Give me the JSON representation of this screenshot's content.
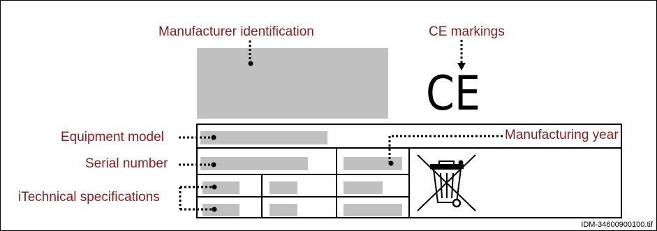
{
  "labels": {
    "manufacturer_identification": "Manufacturer identification",
    "ce_markings": "CE markings",
    "equipment_model": "Equipment model",
    "serial_number": "Serial number",
    "technical_specifications": "iTechnical specifications",
    "manufacturing_year": "Manufacturing year"
  },
  "ce_mark": "CE",
  "icons": {
    "weee": "crossed-out-wheelie-bin-icon"
  },
  "colors": {
    "label_text": "#8b1a1a",
    "placeholder_fill": "#c0c0c0",
    "lines": "#000000"
  },
  "figure_id": "IDM-34600900100.tif"
}
